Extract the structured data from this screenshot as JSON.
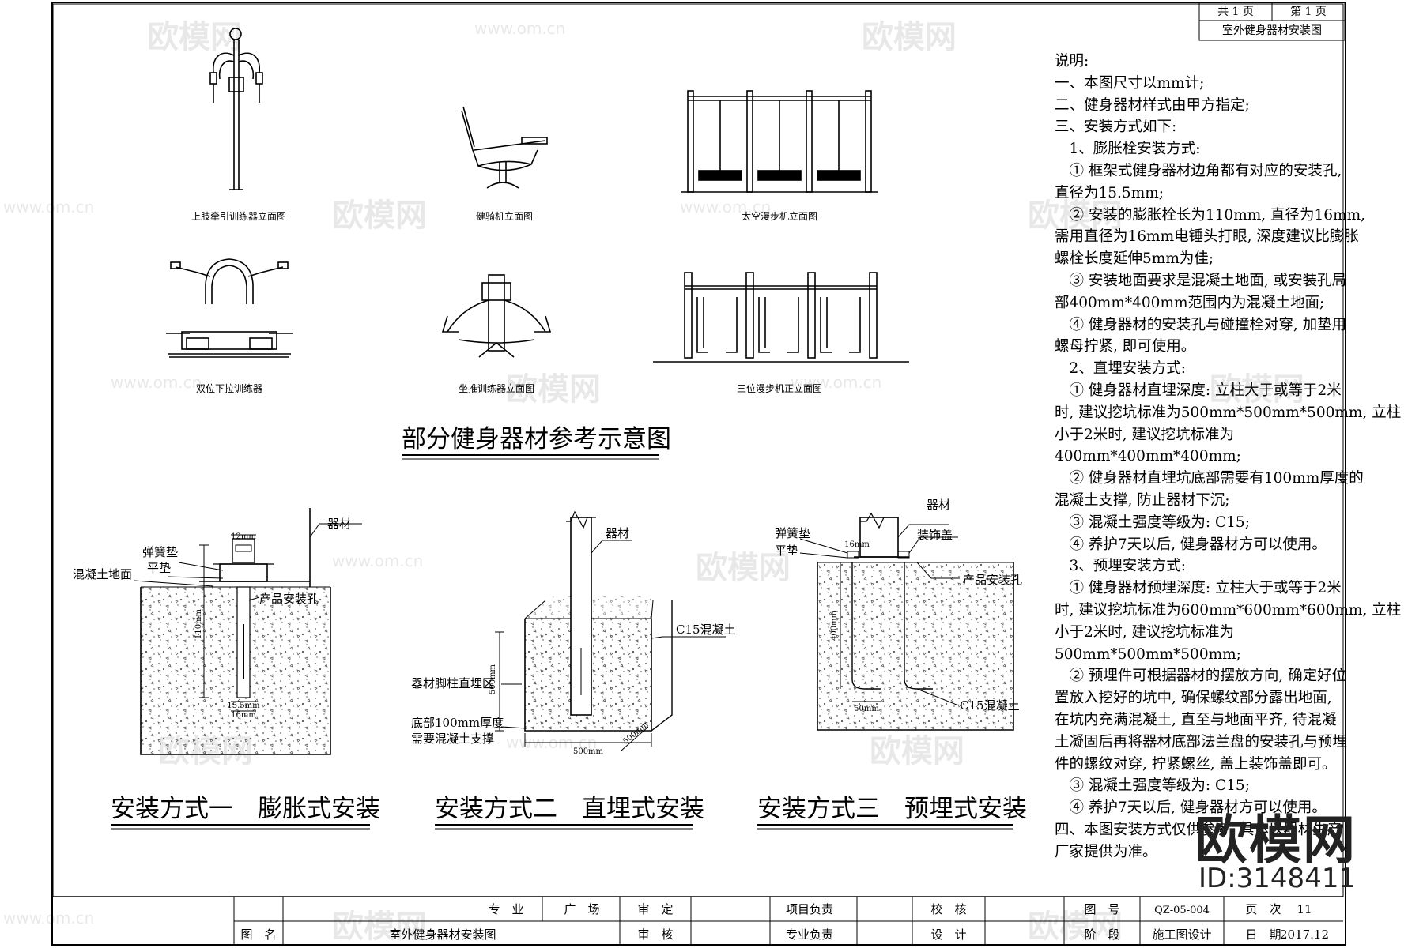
{
  "sheet": {
    "total_pages": "共 1 页",
    "page_no": "第 1 页",
    "sheet_title": "室外健身器材安装图"
  },
  "equipment": {
    "label_1": "上肢牵引训练器立面图",
    "label_2": "健骑机立面图",
    "label_3": "太空漫步机立面图",
    "label_4": "双位下拉训练器",
    "label_5": "坐推训练器立面图",
    "label_6": "三位漫步机正立面图",
    "section_title": "部分健身器材参考示意图"
  },
  "method1": {
    "title": "安装方式一　膨胀式安装",
    "material": "器材",
    "spring_washer": "弹簧垫",
    "flat_washer": "平垫",
    "ground": "混凝土地面",
    "hole": "产品安装孔",
    "dim_top": "12mm",
    "dim_depth": "110mm",
    "dim_dia": "15.5mm",
    "dim_bolt": "16mm"
  },
  "method2": {
    "title": "安装方式二　直埋式安装",
    "material": "器材",
    "concrete": "C15混凝土",
    "zone": "器材脚柱直埋区",
    "bottom_1": "底部100mm厚度",
    "bottom_2": "需要混凝土支撑",
    "dim_depth": "500mm",
    "dim_width": "500mm",
    "dim_side": "500mm"
  },
  "method3": {
    "title": "安装方式三　预埋式安装",
    "material": "器材",
    "spring_washer": "弹簧垫",
    "flat_washer": "平垫",
    "cover": "装饰盖",
    "hole": "产品安装孔",
    "concrete": "C15混凝土",
    "dim_top": "16mm",
    "dim_depth": "400mm",
    "dim_bottom": "50mm"
  },
  "notes": [
    "说明:",
    "一、本图尺寸以mm计;",
    "二、健身器材样式由甲方指定;",
    "三、安装方式如下:",
    "　1、膨胀栓安装方式:",
    "　① 框架式健身器材边角都有对应的安装孔,",
    "直径为15.5mm;",
    "　② 安装的膨胀栓长为110mm, 直径为16mm,",
    "需用直径为16mm电锤头打眼, 深度建议比膨胀",
    "螺栓长度延伸5mm为佳;",
    "　③ 安装地面要求是混凝土地面, 或安装孔局",
    "部400mm*400mm范围内为混凝土地面;",
    "　④ 健身器材的安装孔与碰撞栓对穿, 加垫用",
    "螺母拧紧, 即可使用。",
    "　2、直埋安装方式:",
    "　① 健身器材直埋深度: 立柱大于或等于2米",
    "时, 建议挖坑标准为500mm*500mm*500mm, 立柱",
    "小于2米时, 建议挖坑标准为",
    "400mm*400mm*400mm;",
    "　② 健身器材直埋坑底部需要有100mm厚度的",
    "混凝土支撑, 防止器材下沉;",
    "　③ 混凝土强度等级为: C15;",
    "　④ 养护7天以后, 健身器材方可以使用。",
    "　3、预埋安装方式:",
    "　① 健身器材预埋深度: 立柱大于或等于2米",
    "时, 建议挖坑标准为600mm*600mm*600mm, 立柱",
    "小于2米时, 建议挖坑标准为",
    "500mm*500mm*500mm;",
    "　② 预埋件可根据器材的摆放方向, 确定好位",
    "置放入挖好的坑中, 确保螺纹部分露出地面,",
    "在坑内充满混凝土, 直至与地面平齐, 待混凝",
    "土凝固后再将器材底部法兰盘的安装孔与预埋",
    "件的螺纹对穿, 拧紧螺丝, 盖上装饰盖即可。",
    "　③ 混凝土强度等级为: C15;",
    "　④ 养护7天以后, 健身器材方可以使用。",
    "四、本图安装方式仅供参考, 具体以器材生产",
    "厂家提供为准。"
  ],
  "title_block": {
    "major_label": "专　业",
    "major_value": "广　场",
    "review_label": "审　定",
    "project_lead": "项目负责",
    "check_label": "校　核",
    "drawing_no_label": "图　号",
    "drawing_no": "QZ-05-004",
    "page_label": "页　次",
    "page_value": "11",
    "name_label": "图　名",
    "name_value": "室外健身器材安装图",
    "audit_label": "审　核",
    "pro_lead": "专业负责",
    "design_label": "设　计",
    "stage_label": "阶　段",
    "stage_value": "施工图设计",
    "date_label": "日　期",
    "date_value": "2017.12"
  },
  "watermark": {
    "brand": "欧模网",
    "url": "www.om.cn",
    "id": "ID:3148411"
  }
}
